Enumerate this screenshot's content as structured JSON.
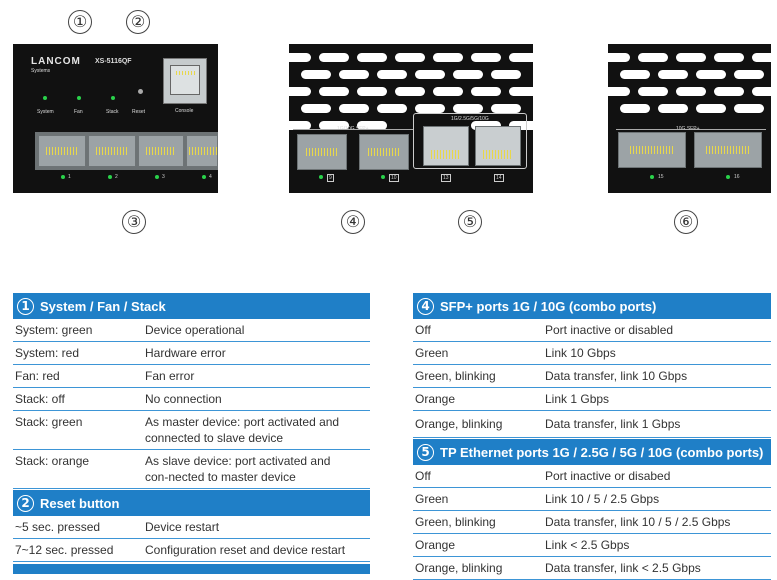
{
  "callouts": {
    "n1": "①",
    "n2": "②",
    "n3": "③",
    "n4": "④",
    "n5": "⑤",
    "n6": "⑥"
  },
  "device": {
    "brand": "LANCOM",
    "brand_sub": "Systems",
    "model": "XS-5116QF",
    "led_labels": [
      "System",
      "Fan",
      "Stack",
      "Reset"
    ],
    "console_label": "Console",
    "port_numbers_left": [
      "1",
      "2",
      "3",
      "4"
    ],
    "sfp_group_label": "1G/10G SFP+",
    "tp_group_label": "1G/2.5G/5G/10G",
    "port_numbers_mid": [
      "9",
      "10",
      "13",
      "14"
    ],
    "sfp2_group_label": "10G SFP+",
    "port_numbers_right": [
      "15",
      "16"
    ]
  },
  "colors": {
    "header_blue": "#1f7fc7",
    "divider_blue": "#3d95d6",
    "led_green": "#29d24a",
    "port_yellow": "#e8d84b"
  },
  "left_table": {
    "section1": {
      "num": "1",
      "title": "System / Fan / Stack",
      "rows": [
        {
          "k": "System: green",
          "v": "Device operational"
        },
        {
          "k": "System: red",
          "v": "Hardware error"
        },
        {
          "k": "Fan: red",
          "v": "Fan error"
        },
        {
          "k": "Stack: off",
          "v": "No connection"
        },
        {
          "k": "Stack: green",
          "v": "As master device: port activated and connected to slave device"
        },
        {
          "k": "Stack: orange",
          "v": "As slave device: port activated and con-nected to master device"
        }
      ]
    },
    "section2": {
      "num": "2",
      "title": "Reset button",
      "rows": [
        {
          "k": "~5 sec. pressed",
          "v": "Device restart"
        },
        {
          "k": "7~12 sec. pressed",
          "v": "Configuration reset and device restart"
        }
      ]
    }
  },
  "right_table": {
    "section4": {
      "num": "4",
      "title": "SFP+ ports 1G / 10G (combo ports)",
      "rows": [
        {
          "k": "Off",
          "v": "Port inactive or disabled"
        },
        {
          "k": "Green",
          "v": "Link 10 Gbps"
        },
        {
          "k": "Green, blinking",
          "v": "Data transfer, link 10 Gbps"
        },
        {
          "k": "Orange",
          "v": "Link 1 Gbps"
        },
        {
          "k": "Orange, blinking",
          "v": "Data transfer, link 1 Gbps"
        }
      ]
    },
    "section5": {
      "num": "5",
      "title": "TP Ethernet ports 1G / 2.5G / 5G / 10G (combo ports)",
      "rows": [
        {
          "k": "Off",
          "v": "Port inactive or disabed"
        },
        {
          "k": "Green",
          "v": "Link 10 / 5 / 2.5 Gbps"
        },
        {
          "k": "Green, blinking",
          "v": "Data transfer, link 10 / 5 / 2.5 Gbps"
        },
        {
          "k": "Orange",
          "v": "Link < 2.5 Gbps"
        },
        {
          "k": "Orange, blinking",
          "v": "Data transfer, link < 2.5 Gbps"
        }
      ]
    }
  }
}
